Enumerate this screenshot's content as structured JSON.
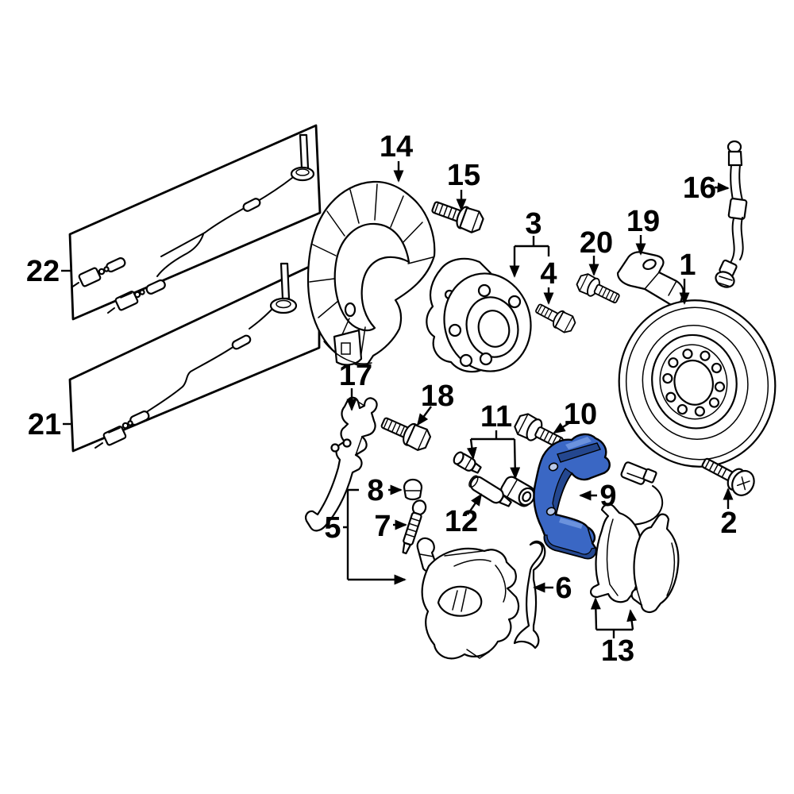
{
  "figure": {
    "background": "#ffffff",
    "line_color": "#000000",
    "highlight": {
      "fill": "#3a67c4",
      "shade": "#24478f",
      "light": "#6b92dd",
      "hole": "#b9c9e8"
    },
    "callouts": {
      "1": "1",
      "2": "2",
      "3": "3",
      "4": "4",
      "5": "5",
      "6": "6",
      "7": "7",
      "8": "8",
      "9": "9",
      "10": "10",
      "11": "11",
      "12": "12",
      "13": "13",
      "14": "14",
      "15": "15",
      "16": "16",
      "17": "17",
      "18": "18",
      "19": "19",
      "20": "20",
      "21": "21",
      "22": "22"
    }
  }
}
